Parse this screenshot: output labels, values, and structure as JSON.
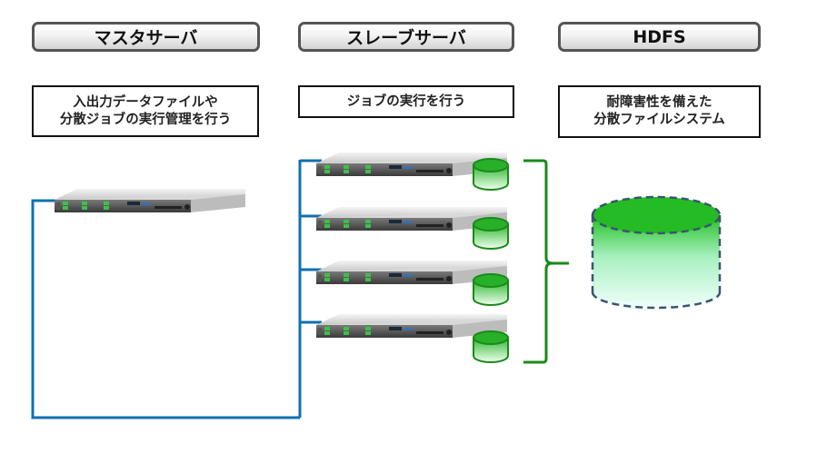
{
  "columns": [
    {
      "id": "master",
      "title": "マスタサーバ",
      "description": [
        "入出力データファイルや",
        "分散ジョブの実行管理を行う"
      ]
    },
    {
      "id": "slave",
      "title": "スレーブサーバ",
      "description": [
        "ジョブの実行を行う"
      ]
    },
    {
      "id": "hdfs",
      "title": "HDFS",
      "description": [
        "耐障害性を備えた",
        "分散ファイルシステム"
      ]
    }
  ],
  "master_servers": 1,
  "slave_servers": 4,
  "slave_disks": 4,
  "colors": {
    "network_line": "#1070b0",
    "brace": "#1a8a1a",
    "disk_green": "#22b022",
    "hdfs_dash": "#3a5570"
  }
}
